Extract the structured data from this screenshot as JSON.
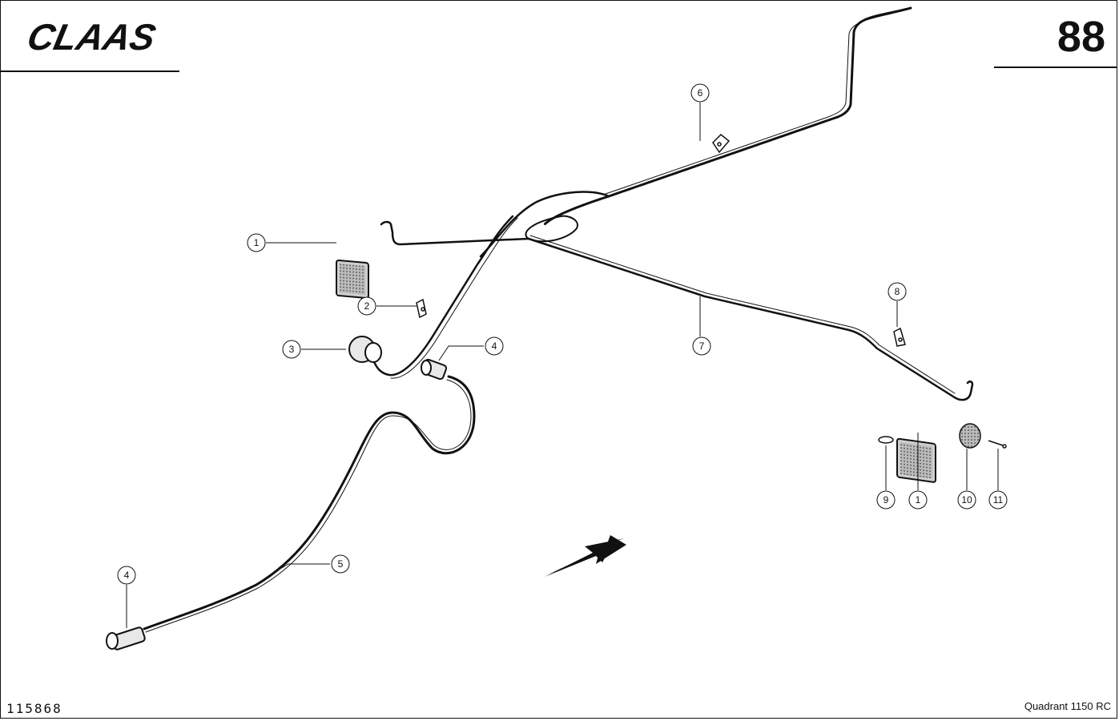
{
  "header": {
    "logo_text": "CLAAS",
    "page_number": "88"
  },
  "footer": {
    "drawing_number": "115868",
    "model": "Quadrant 1150 RC"
  },
  "callouts": [
    "1",
    "2",
    "3",
    "4",
    "4",
    "5",
    "6",
    "7",
    "8",
    "9",
    "1",
    "10",
    "11"
  ],
  "parts": [
    "tail-light",
    "cable-clip",
    "plug-socket",
    "plug-connector",
    "cable-harness",
    "cable-clip",
    "wiring-harness",
    "cable-clip",
    "seal-ring",
    "tail-light",
    "lens-cover",
    "pin"
  ],
  "direction_arrow": "driving-direction-arrow-icon"
}
